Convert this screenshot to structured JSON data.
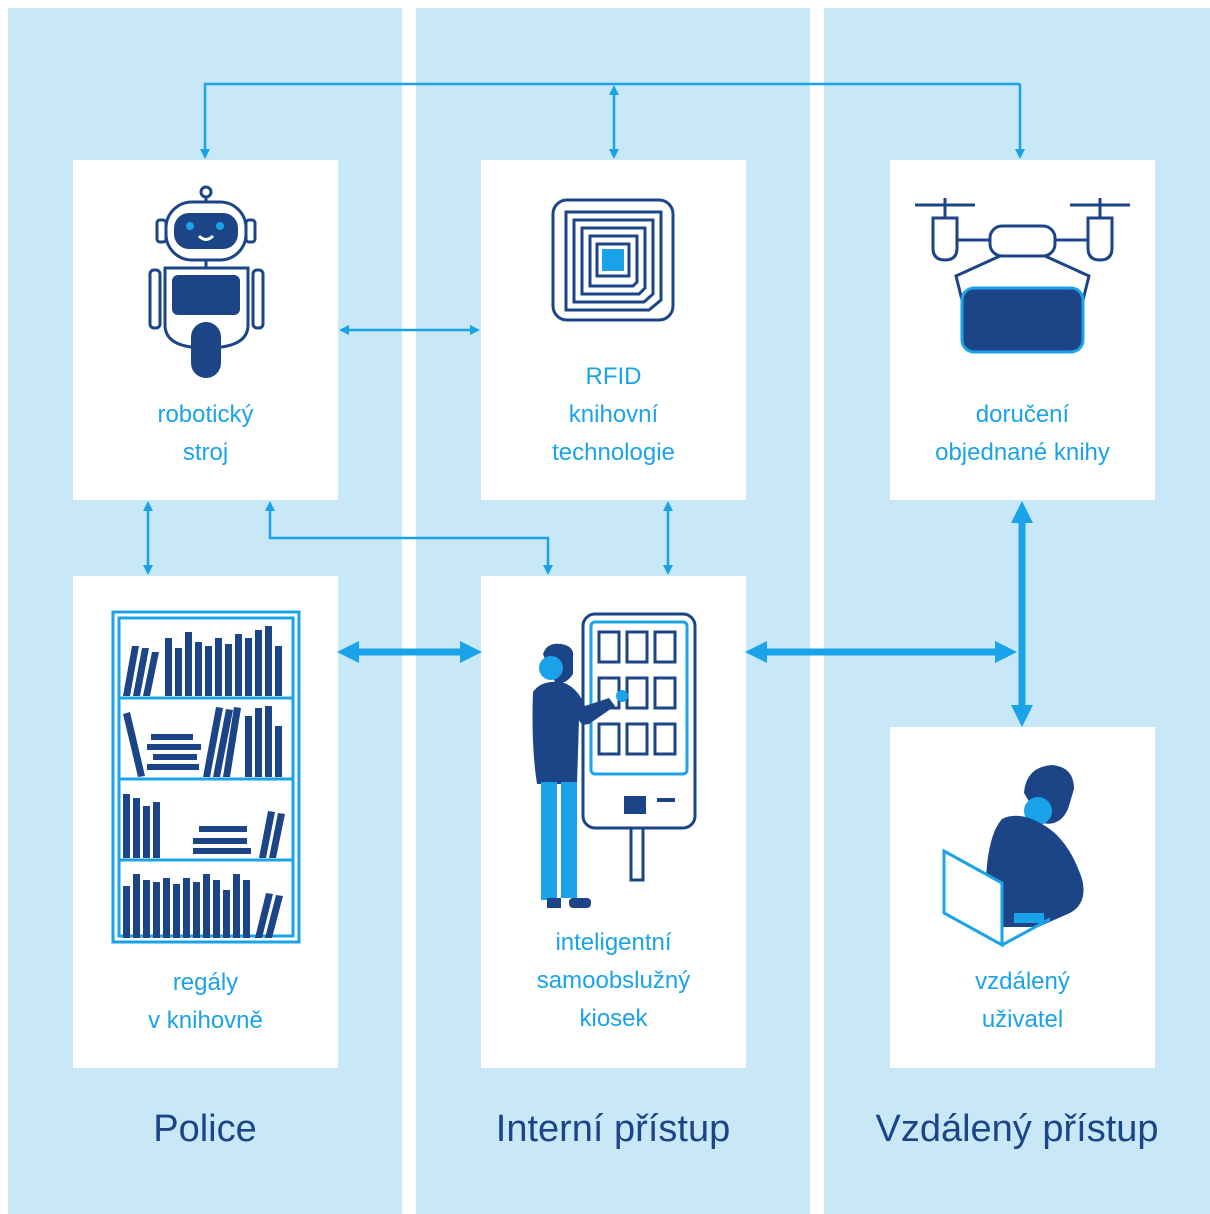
{
  "colors": {
    "background": "#c8e8f8",
    "accent": "#1aa3e8",
    "navy": "#1b4587",
    "card": "#ffffff"
  },
  "columns": [
    {
      "title": "Police"
    },
    {
      "title": "Interní přístup"
    },
    {
      "title": "Vzdálený přístup"
    }
  ],
  "cards": {
    "robot": {
      "icon": "robot-icon",
      "lines": [
        "robotický",
        "stroj"
      ]
    },
    "rfid": {
      "icon": "rfid-tag-icon",
      "lines": [
        "RFID",
        "knihovní",
        "technologie"
      ]
    },
    "drone": {
      "icon": "drone-icon",
      "lines": [
        "doručení",
        "objednané knihy"
      ]
    },
    "shelves": {
      "icon": "bookshelf-icon",
      "lines": [
        "regály",
        "v knihovně"
      ]
    },
    "kiosk": {
      "icon": "kiosk-icon",
      "lines": [
        "inteligentní",
        "samoobslužný",
        "kiosek"
      ]
    },
    "remote": {
      "icon": "remote-user-icon",
      "lines": [
        "vzdálený",
        "uživatel"
      ]
    }
  }
}
